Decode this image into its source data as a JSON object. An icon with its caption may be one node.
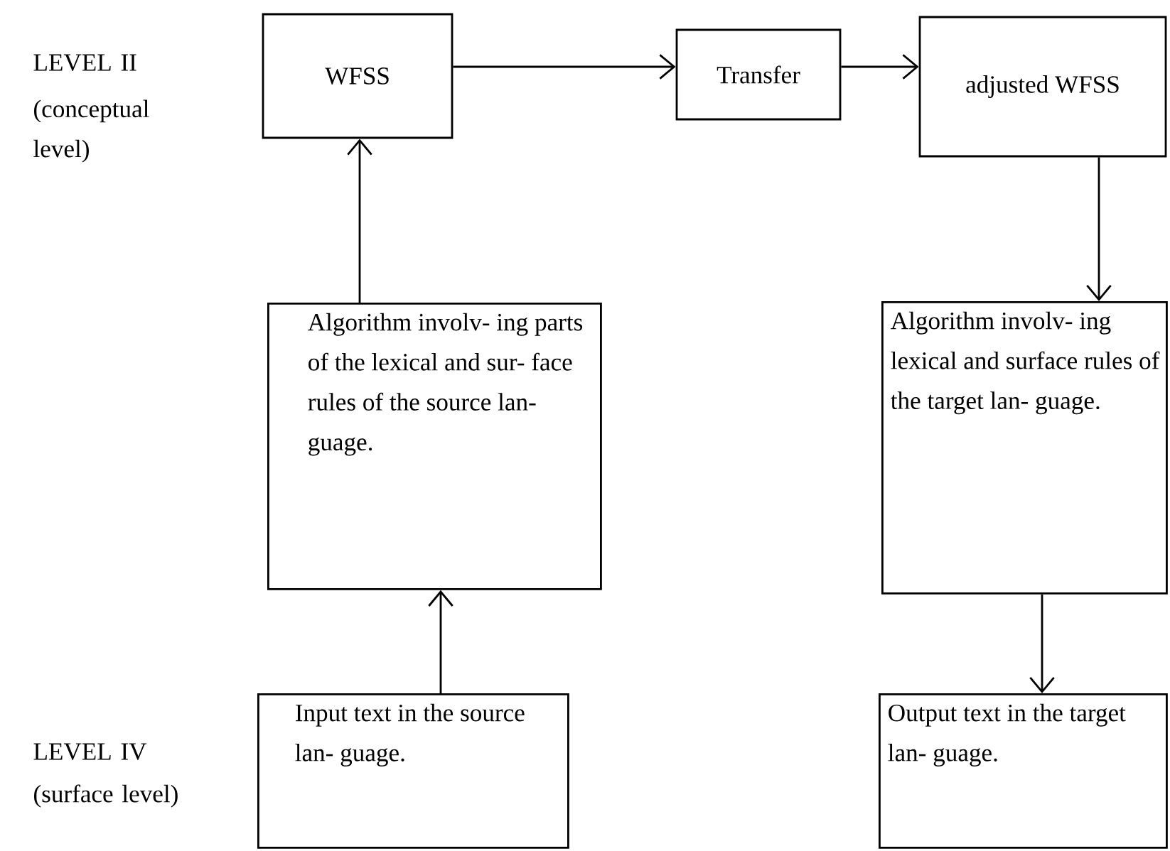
{
  "diagram": {
    "nodes": [
      {
        "text": [
          "WFSS"
        ]
      },
      {
        "text": [
          "Transfer"
        ]
      },
      {
        "text": [
          "adjusted WFSS"
        ]
      },
      {
        "text": [
          "Algorithm involv- ing parts of the lexical and sur- face rules of the source lan- guage."
        ]
      },
      {
        "text": [
          "Algorithm involv- ing lexical and surface rules of the target lan- guage."
        ]
      },
      {
        "text": [
          "Input text in the source lan- guage."
        ]
      },
      {
        "text": [
          "Output text in the target lan- guage."
        ]
      }
    ],
    "edges": [
      {
        "from": 0,
        "to": 1,
        "arrow": "to"
      },
      {
        "from": 1,
        "to": 2,
        "arrow": "to"
      },
      {
        "from": 3,
        "to": 0,
        "arrow": "to"
      },
      {
        "from": 5,
        "to": 3,
        "arrow": "to"
      },
      {
        "from": 2,
        "to": 4,
        "arrow": "to"
      },
      {
        "from": 4,
        "to": 6,
        "arrow": "to"
      }
    ],
    "labels": [
      "LEVEL II",
      "(conceptual level)",
      "LEVEL IV",
      "(surface level)"
    ]
  }
}
